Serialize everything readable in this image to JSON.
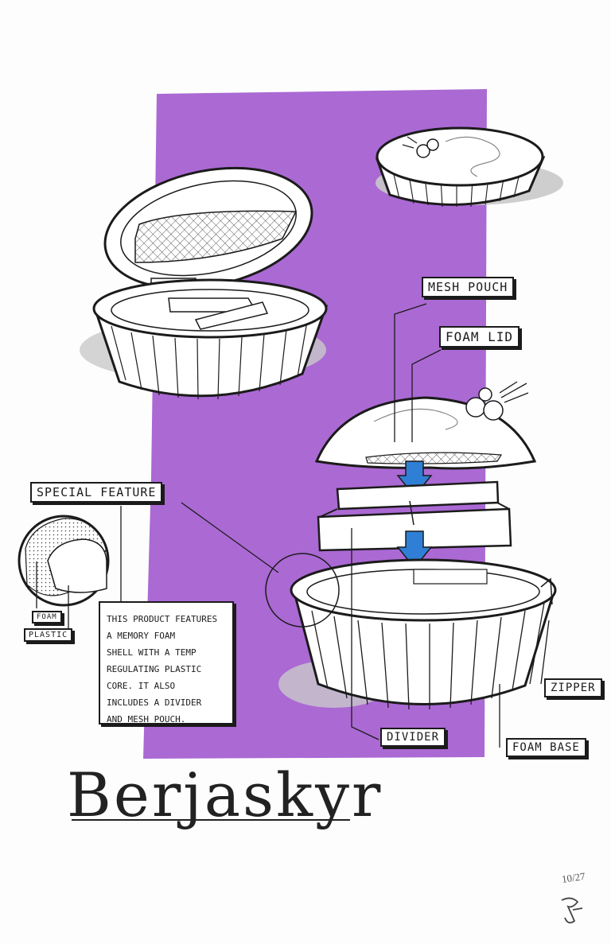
{
  "title": "Berjaskyr",
  "labels": {
    "mesh_pouch": "MESH POUCH",
    "foam_lid": "FOAM LID",
    "special_feature": "SPECIAL FEATURE",
    "foam": "FOAM",
    "plastic": "PLASTIC",
    "zipper": "ZIPPER",
    "divider": "DIVIDER",
    "foam_base": "FOAM BASE"
  },
  "description": {
    "lines": [
      "THIS PRODUCT FEATURES",
      "A MEMORY FOAM",
      "SHELL WITH A TEMP",
      "REGULATING PLASTIC",
      "CORE. IT ALSO",
      "INCLUDES A DIVIDER",
      "AND MESH POUCH."
    ]
  },
  "date": "10/27",
  "colors": {
    "background_panel": "#a45cd0",
    "arrow": "#2f7fd6",
    "ink": "#1b1b1b",
    "shadow": "#c9c9c9"
  },
  "icons": {
    "arrow": "down-arrow-icon",
    "signature": "signature-mark"
  }
}
